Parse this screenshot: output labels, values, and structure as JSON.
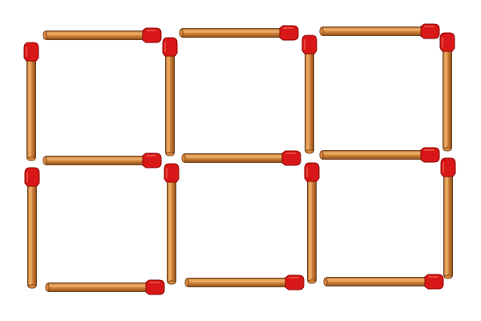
{
  "puzzle": {
    "type": "matchstick-grid",
    "rows": 2,
    "cols": 3,
    "square_count": 6,
    "matchstick_count": 17
  },
  "colors": {
    "background": "#ffffff",
    "stick_light": "#f0b068",
    "stick_main": "#d2843a",
    "stick_dark": "#8a4a16",
    "stick_outline": "#5e3010",
    "head_main": "#d81818",
    "head_dark": "#8c0808",
    "head_highlight": "#f25a4a"
  },
  "matchsticks": [
    {
      "id": "h-top-1",
      "orientation": "horizontal",
      "head": "right"
    },
    {
      "id": "h-top-2",
      "orientation": "horizontal",
      "head": "right"
    },
    {
      "id": "h-top-3",
      "orientation": "horizontal",
      "head": "right"
    },
    {
      "id": "h-mid-1",
      "orientation": "horizontal",
      "head": "right"
    },
    {
      "id": "h-mid-2",
      "orientation": "horizontal",
      "head": "right"
    },
    {
      "id": "h-mid-3",
      "orientation": "horizontal",
      "head": "right"
    },
    {
      "id": "h-bot-1",
      "orientation": "horizontal",
      "head": "right"
    },
    {
      "id": "h-bot-2",
      "orientation": "horizontal",
      "head": "right"
    },
    {
      "id": "h-bot-3",
      "orientation": "horizontal",
      "head": "right"
    },
    {
      "id": "v-top-1",
      "orientation": "vertical",
      "head": "top"
    },
    {
      "id": "v-top-2",
      "orientation": "vertical",
      "head": "top"
    },
    {
      "id": "v-top-3",
      "orientation": "vertical",
      "head": "top"
    },
    {
      "id": "v-top-4",
      "orientation": "vertical",
      "head": "top"
    },
    {
      "id": "v-bot-1",
      "orientation": "vertical",
      "head": "top"
    },
    {
      "id": "v-bot-2",
      "orientation": "vertical",
      "head": "top"
    },
    {
      "id": "v-bot-3",
      "orientation": "vertical",
      "head": "top"
    },
    {
      "id": "v-bot-4",
      "orientation": "vertical",
      "head": "top"
    }
  ]
}
